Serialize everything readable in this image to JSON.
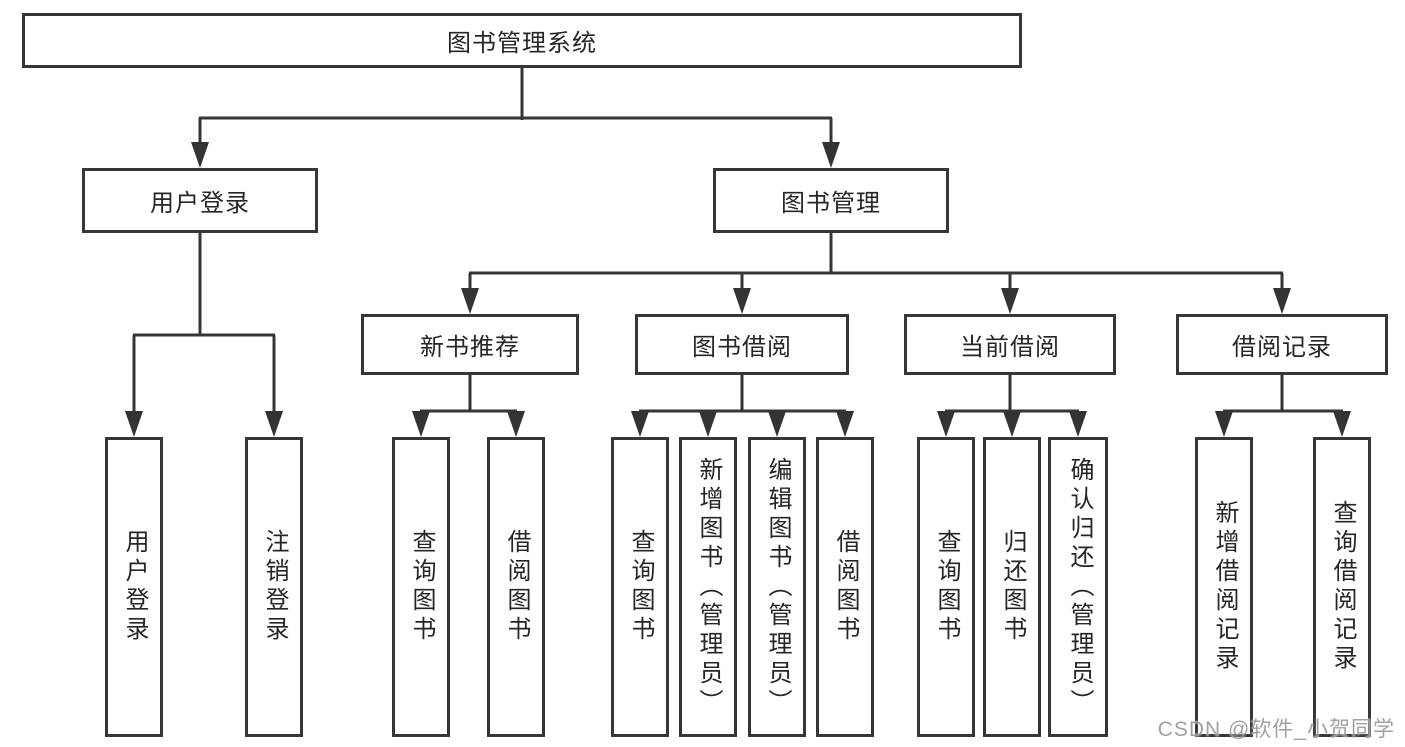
{
  "diagram": {
    "title": "图书管理系统",
    "branches": [
      {
        "label": "用户登录",
        "children": [
          {
            "label": "用户登录"
          },
          {
            "label": "注销登录"
          }
        ]
      },
      {
        "label": "图书管理",
        "children": [
          {
            "label": "新书推荐",
            "children": [
              {
                "label": "查询图书"
              },
              {
                "label": "借阅图书"
              }
            ]
          },
          {
            "label": "图书借阅",
            "children": [
              {
                "label": "查询图书"
              },
              {
                "label": "新增图书（管理员）"
              },
              {
                "label": "编辑图书（管理员）"
              },
              {
                "label": "借阅图书"
              }
            ]
          },
          {
            "label": "当前借阅",
            "children": [
              {
                "label": "查询图书"
              },
              {
                "label": "归还图书"
              },
              {
                "label": "确认归还（管理员）"
              }
            ]
          },
          {
            "label": "借阅记录",
            "children": [
              {
                "label": "新增借阅记录"
              },
              {
                "label": "查询借阅记录"
              }
            ]
          }
        ]
      }
    ]
  },
  "watermark": {
    "text": "CSDN @软件_小贺同学"
  },
  "colors": {
    "line": "#363636",
    "box_border": "#363636",
    "text": "#262626",
    "watermark": "#949494",
    "background": "#ffffff"
  }
}
